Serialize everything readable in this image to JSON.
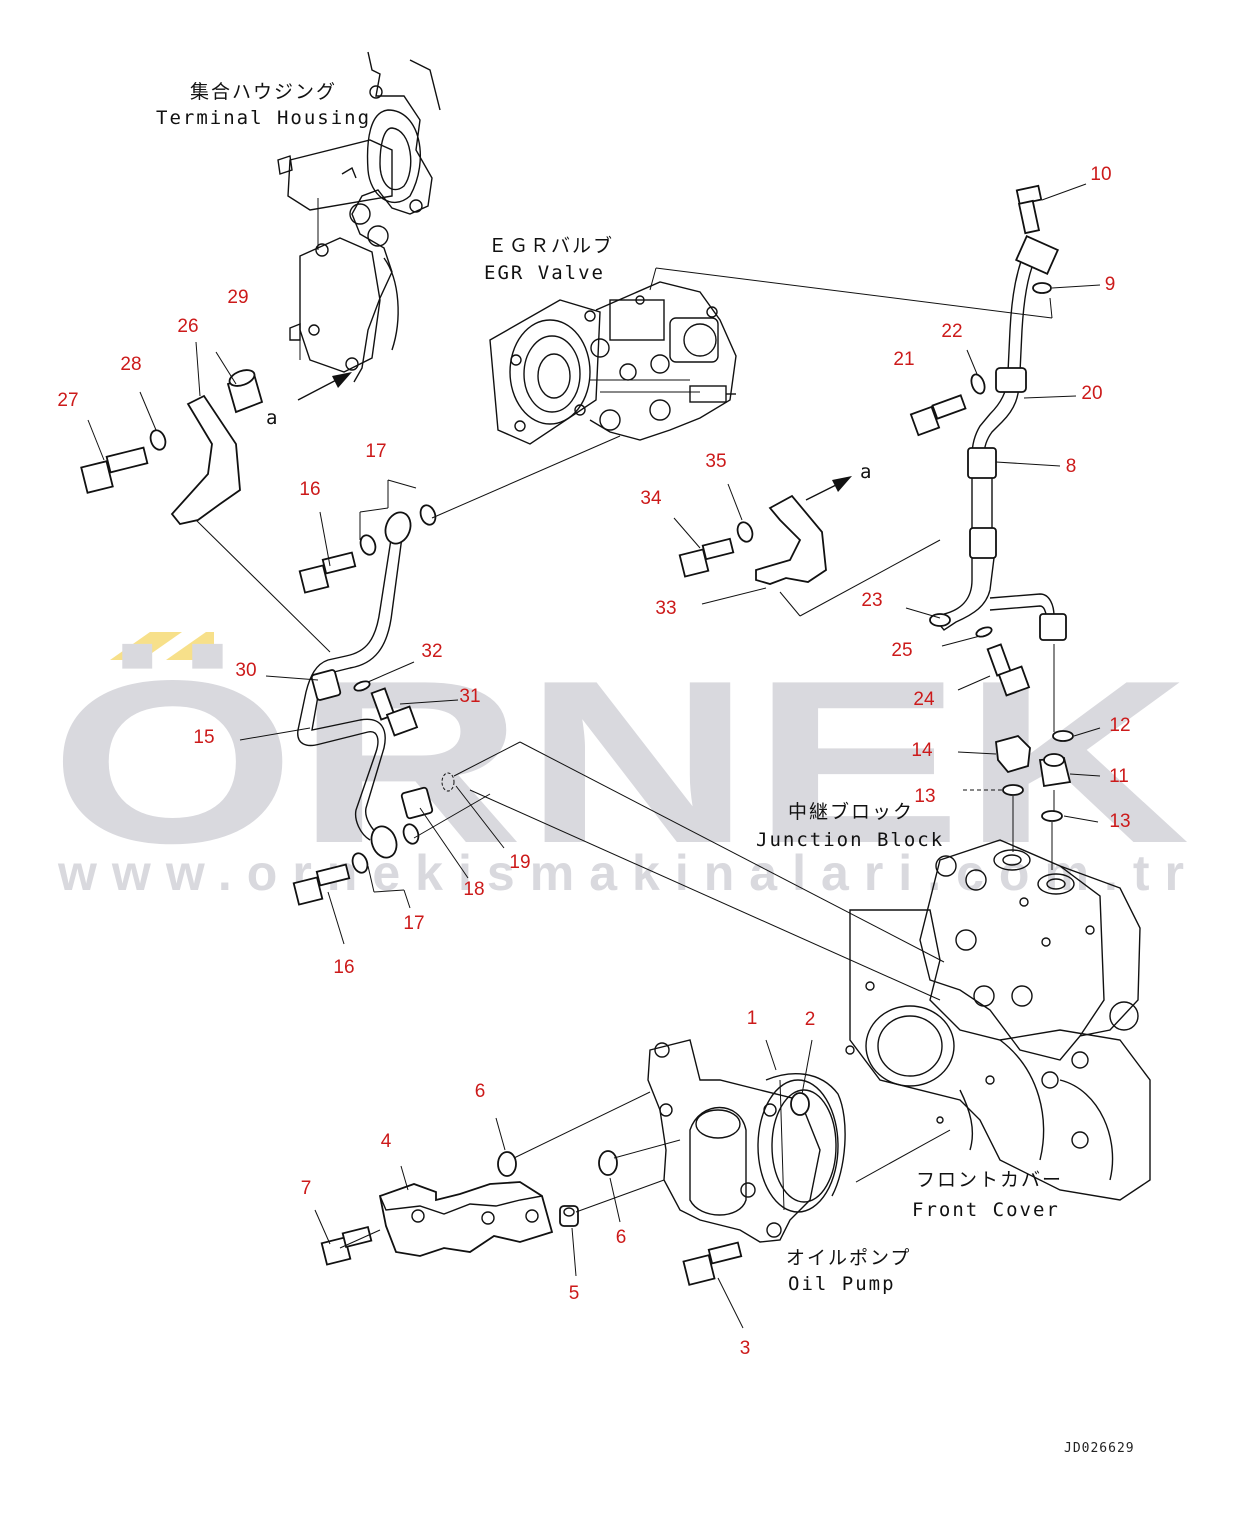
{
  "diagram": {
    "drawing_code": "JD026629",
    "watermark": {
      "brand": "ÖRNEK",
      "url": "www.ornekismakinalari.com.tr",
      "accent_color": "#f7e08a",
      "text_color": "#d9d9de"
    },
    "label_color": "#cc1a1a",
    "component_labels": [
      {
        "key": "terminal_housing",
        "jp": "集合ハウジング",
        "en": "Terminal Housing"
      },
      {
        "key": "egr_valve",
        "jp": "ＥＧＲバルブ",
        "en": "EGR Valve"
      },
      {
        "key": "junction_block",
        "jp": "中継ブロック",
        "en": "Junction Block"
      },
      {
        "key": "front_cover",
        "jp": "フロントカバー",
        "en": "Front Cover"
      },
      {
        "key": "oil_pump",
        "jp": "オイルポンプ",
        "en": "Oil Pump"
      }
    ],
    "arrow_marks": [
      "a",
      "a"
    ],
    "part_numbers": [
      "1",
      "2",
      "3",
      "4",
      "5",
      "6",
      "6",
      "7",
      "8",
      "9",
      "10",
      "11",
      "12",
      "13",
      "13",
      "14",
      "15",
      "16",
      "16",
      "17",
      "17",
      "18",
      "19",
      "20",
      "21",
      "22",
      "23",
      "24",
      "25",
      "26",
      "27",
      "28",
      "29",
      "30",
      "31",
      "32",
      "33",
      "34",
      "35"
    ]
  }
}
